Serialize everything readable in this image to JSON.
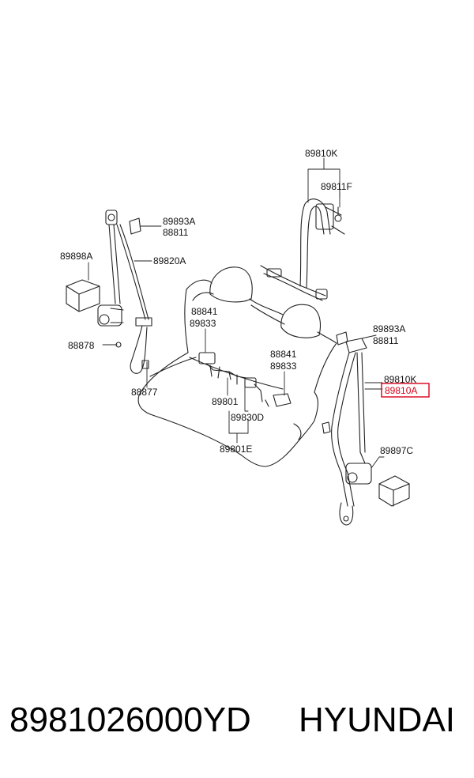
{
  "labels": {
    "l_89810k_top": "89810K",
    "l_89811f": "89811F",
    "l_89893a_left": "89893A",
    "l_88811_left": "88811",
    "l_89898a": "89898A",
    "l_89820a": "89820A",
    "l_88841_a": "88841",
    "l_89833_a": "89833",
    "l_88878": "88878",
    "l_88877": "88877",
    "l_88841_b": "88841",
    "l_89833_b": "89833",
    "l_89801": "89801",
    "l_89830d": "89830D",
    "l_89801e": "89801E",
    "l_89893a_right": "89893A",
    "l_88811_right": "88811",
    "l_89810k_right": "89810K",
    "l_89810a": "89810A",
    "l_89897c": "89897C"
  },
  "highlight_color": "#d9001b",
  "caption": {
    "part_number": "8981026000YD",
    "brand": "HYUNDAI"
  }
}
